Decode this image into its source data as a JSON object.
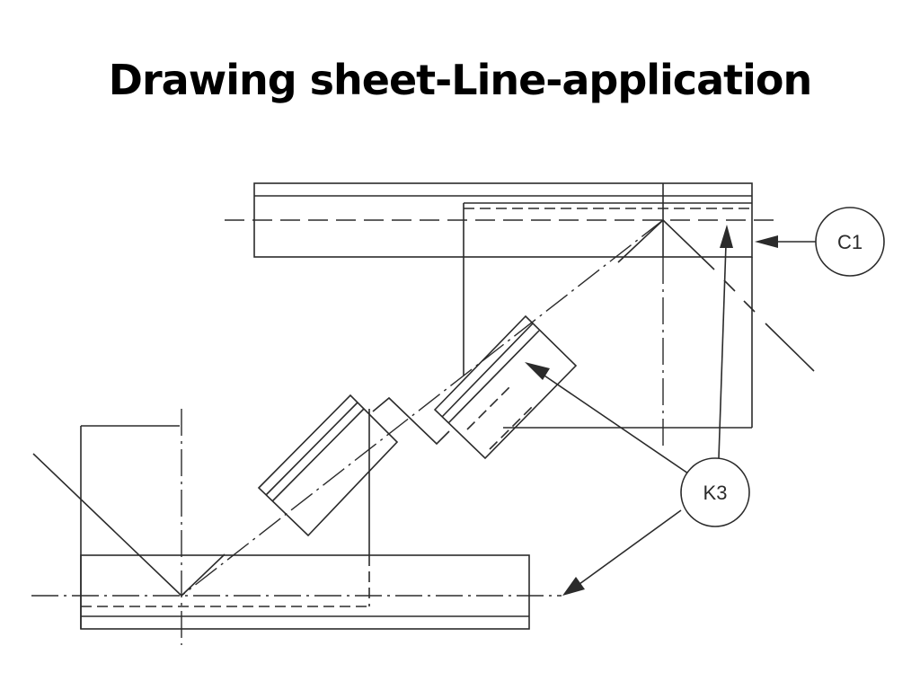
{
  "slide": {
    "title": "Drawing sheet-Line-application"
  },
  "callouts": {
    "c1": "C1",
    "k3": "K3"
  }
}
